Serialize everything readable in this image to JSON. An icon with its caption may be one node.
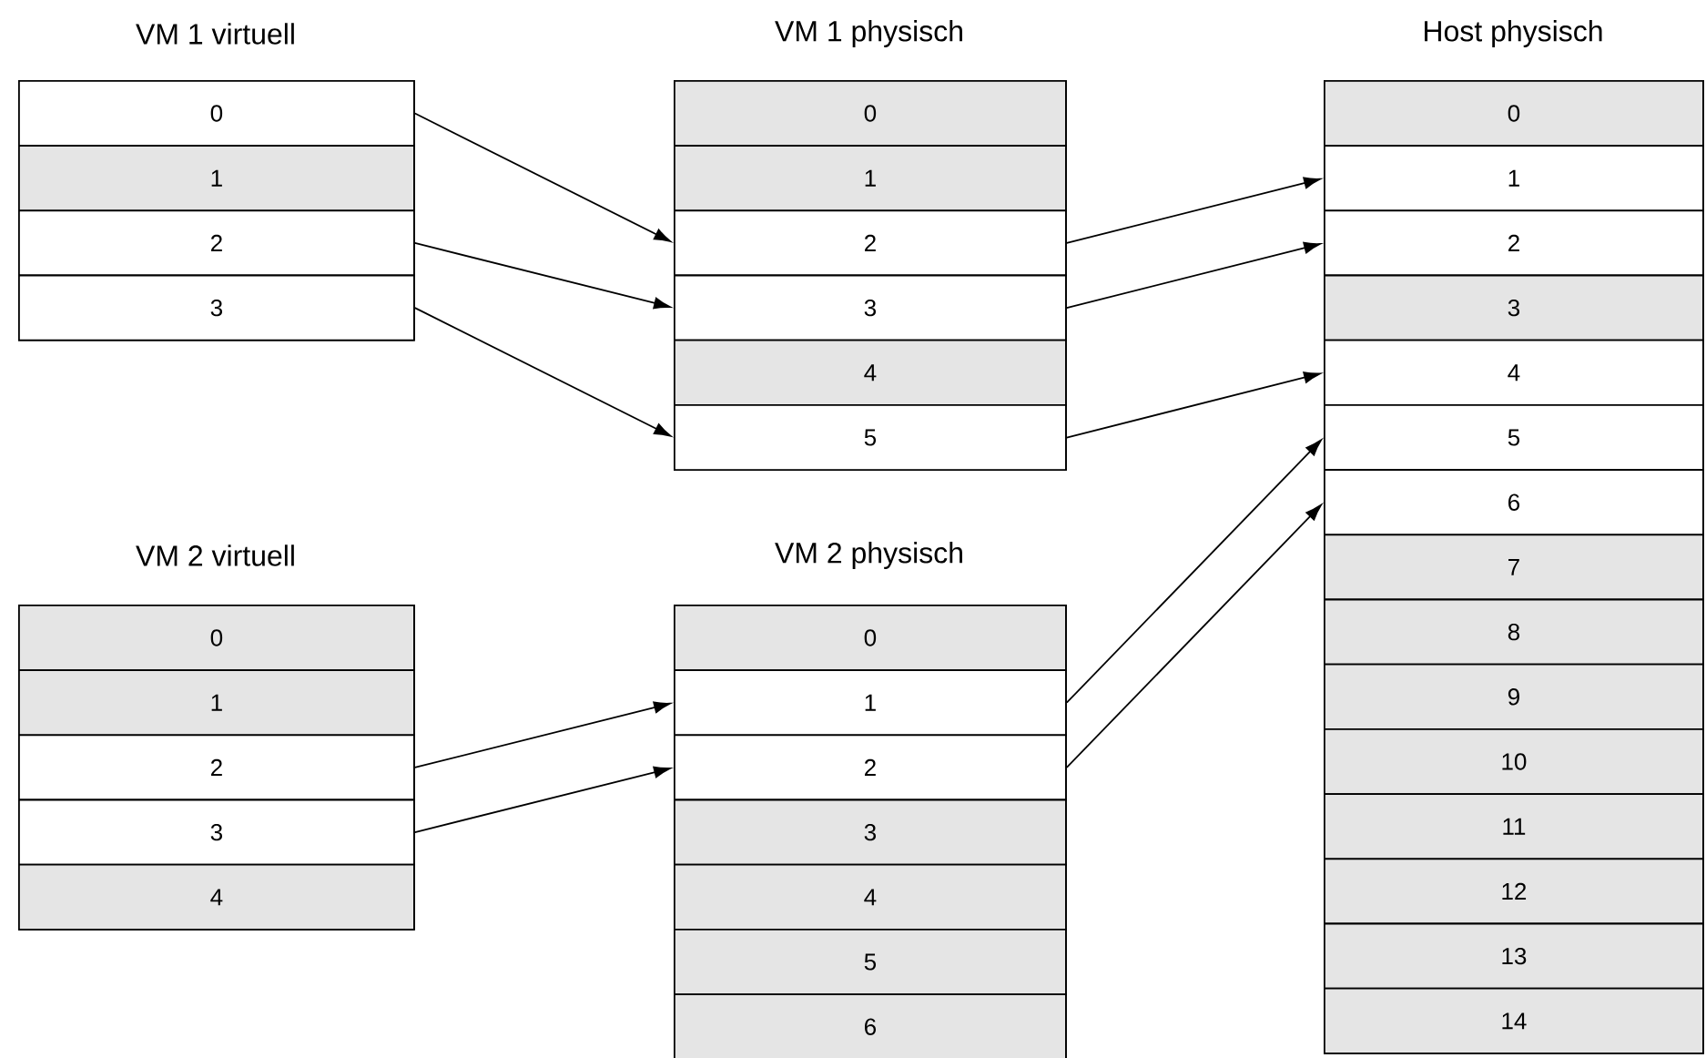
{
  "diagram": {
    "nodes": [
      {
        "text": [
          "VM 1 virtuell"
        ]
      },
      {
        "text": [
          "0"
        ],
        "in": 0
      },
      {
        "text": [
          "1"
        ],
        "in": 0
      },
      {
        "text": [
          "2"
        ],
        "in": 0
      },
      {
        "text": [
          "3"
        ],
        "in": 0
      },
      {
        "text": [
          "VM 1 physisch"
        ]
      },
      {
        "text": [
          "0"
        ],
        "in": 5
      },
      {
        "text": [
          "1"
        ],
        "in": 5
      },
      {
        "text": [
          "2"
        ],
        "in": 5
      },
      {
        "text": [
          "3"
        ],
        "in": 5
      },
      {
        "text": [
          "4"
        ],
        "in": 5
      },
      {
        "text": [
          "5"
        ],
        "in": 5
      },
      {
        "text": [
          "Host physisch"
        ]
      },
      {
        "text": [
          "0"
        ],
        "in": 12
      },
      {
        "text": [
          "1"
        ],
        "in": 12
      },
      {
        "text": [
          "2"
        ],
        "in": 12
      },
      {
        "text": [
          "3"
        ],
        "in": 12
      },
      {
        "text": [
          "4"
        ],
        "in": 12
      },
      {
        "text": [
          "5"
        ],
        "in": 12
      },
      {
        "text": [
          "6"
        ],
        "in": 12
      },
      {
        "text": [
          "7"
        ],
        "in": 12
      },
      {
        "text": [
          "8"
        ],
        "in": 12
      },
      {
        "text": [
          "9"
        ],
        "in": 12
      },
      {
        "text": [
          "10"
        ],
        "in": 12
      },
      {
        "text": [
          "11"
        ],
        "in": 12
      },
      {
        "text": [
          "12"
        ],
        "in": 12
      },
      {
        "text": [
          "13"
        ],
        "in": 12
      },
      {
        "text": [
          "14"
        ],
        "in": 12
      },
      {
        "text": [
          "VM 2 virtuell"
        ]
      },
      {
        "text": [
          "0"
        ],
        "in": 28
      },
      {
        "text": [
          "1"
        ],
        "in": 28
      },
      {
        "text": [
          "2"
        ],
        "in": 28
      },
      {
        "text": [
          "3"
        ],
        "in": 28
      },
      {
        "text": [
          "4"
        ],
        "in": 28
      },
      {
        "text": [
          "VM 2 physisch"
        ]
      },
      {
        "text": [
          "0"
        ],
        "in": 34
      },
      {
        "text": [
          "1"
        ],
        "in": 34
      },
      {
        "text": [
          "2"
        ],
        "in": 34
      },
      {
        "text": [
          "3"
        ],
        "in": 34
      },
      {
        "text": [
          "4"
        ],
        "in": 34
      },
      {
        "text": [
          "5"
        ],
        "in": 34
      },
      {
        "text": [
          "6"
        ],
        "in": 34
      }
    ],
    "edges": [
      {
        "from": 1,
        "to": 8,
        "arrow": "to"
      },
      {
        "from": 3,
        "to": 9,
        "arrow": "to"
      },
      {
        "from": 4,
        "to": 11,
        "arrow": "to"
      },
      {
        "from": 8,
        "to": 14,
        "arrow": "to"
      },
      {
        "from": 9,
        "to": 15,
        "arrow": "to"
      },
      {
        "from": 11,
        "to": 17,
        "arrow": "to"
      },
      {
        "from": 31,
        "to": 36,
        "arrow": "to"
      },
      {
        "from": 32,
        "to": 37,
        "arrow": "to"
      },
      {
        "from": 36,
        "to": 18,
        "arrow": "to"
      },
      {
        "from": 37,
        "to": 19,
        "arrow": "to"
      }
    ]
  }
}
